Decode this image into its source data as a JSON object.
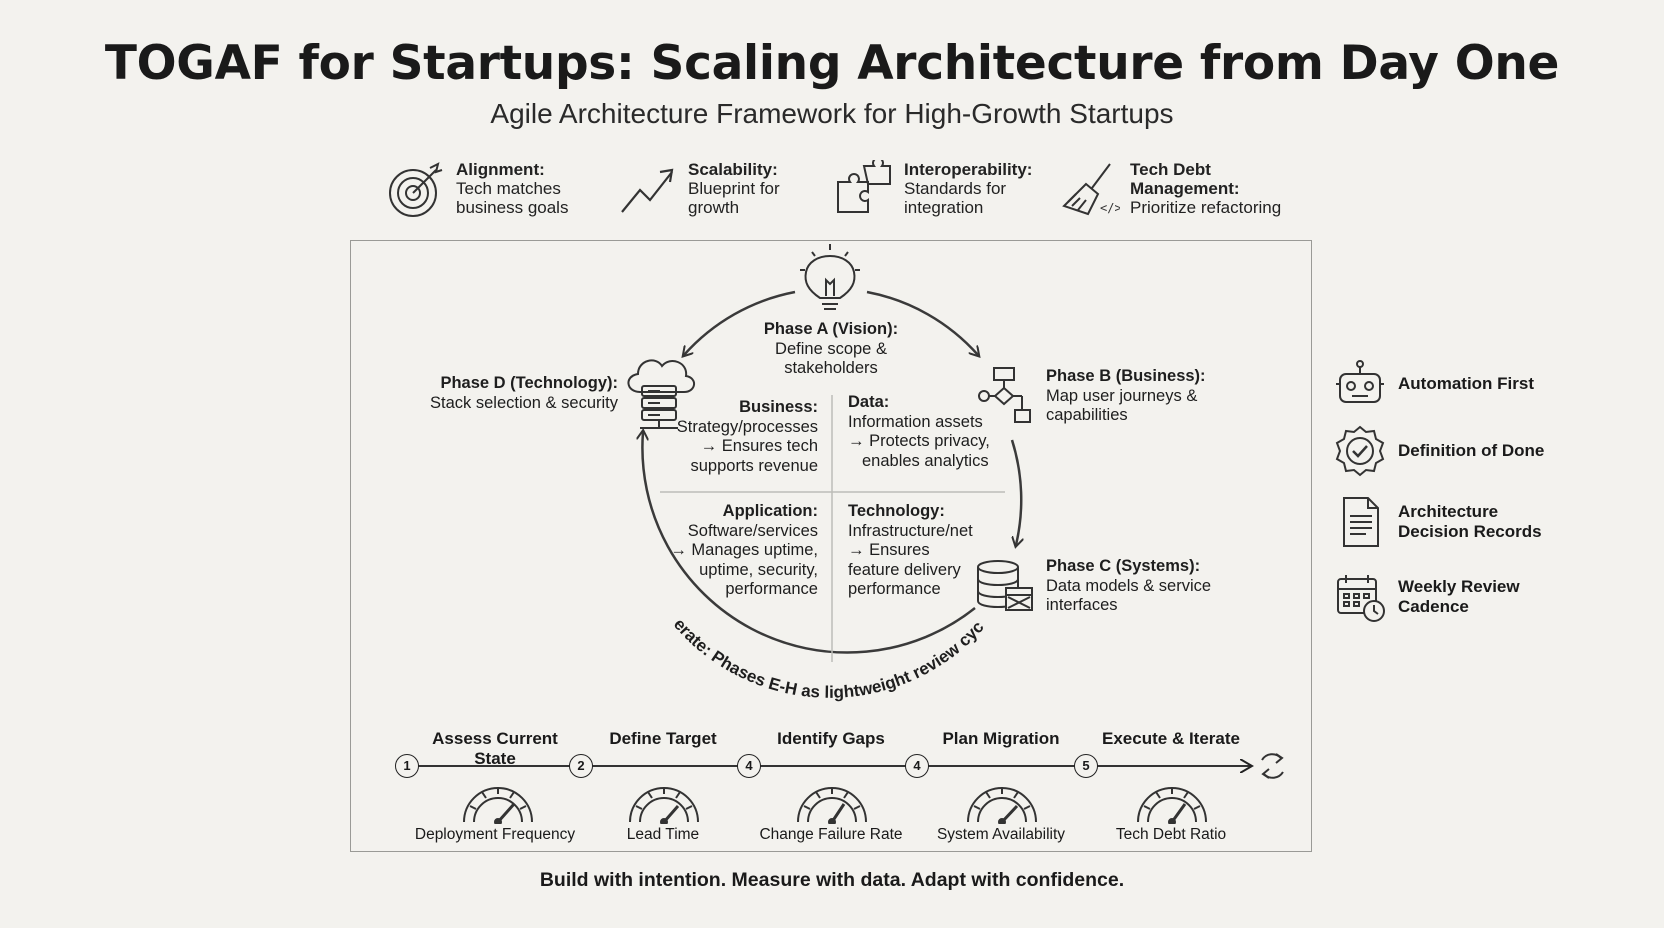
{
  "title": "TOGAF for Startups: Scaling Architecture from Day One",
  "subtitle": "Agile Architecture Framework for High-Growth Startups",
  "benefits": [
    {
      "label": "Alignment:",
      "desc": "Tech matches business goals",
      "icon": "target-icon"
    },
    {
      "label": "Scalability:",
      "desc": "Blueprint for growth",
      "icon": "trend-arrow-icon"
    },
    {
      "label": "Interoperability:",
      "desc": "Standards for integration",
      "icon": "puzzle-icon"
    },
    {
      "label": "Tech Debt Management:",
      "desc": "Prioritize refactoring",
      "icon": "broom-icon"
    }
  ],
  "cycle": {
    "phase_a": {
      "title": "Phase A (Vision):",
      "desc": "Define scope & stakeholders"
    },
    "phase_b": {
      "title": "Phase B (Business):",
      "desc": "Map user journeys & capabilities"
    },
    "phase_c": {
      "title": "Phase C (Systems):",
      "desc": "Data models & service interfaces"
    },
    "phase_d": {
      "title": "Phase D (Technology):",
      "desc": "Stack selection & security"
    },
    "iterate": "Iterate: Phases E-H as lightweight review cycle",
    "quadrants": {
      "business": {
        "title": "Business:",
        "lines": [
          "Strategy/processes",
          "→ Ensures tech",
          "supports revenue"
        ]
      },
      "data": {
        "title": "Data:",
        "lines": [
          "Information assets",
          "→ Protects privacy,",
          "enables analytics"
        ]
      },
      "application": {
        "title": "Application:",
        "lines": [
          "Software/services",
          "→ Manages uptime,",
          "uptime, security,",
          "performance"
        ]
      },
      "technology": {
        "title": "Technology:",
        "lines": [
          "Infrastructure/net",
          "→ Ensures",
          "feature delivery",
          "performance"
        ]
      }
    }
  },
  "roadmap": {
    "steps": [
      {
        "num": "1",
        "label": "Assess Current State",
        "metric": "Deployment Frequency"
      },
      {
        "num": "2",
        "label": "Define Target",
        "metric": "Lead Time"
      },
      {
        "num": "4",
        "label": "Identify Gaps",
        "metric": "Change Failure Rate"
      },
      {
        "num": "4",
        "label": "Plan Migration",
        "metric": "System Availability"
      },
      {
        "num": "5",
        "label": "Execute & Iterate",
        "metric": "Tech Debt Ratio"
      }
    ]
  },
  "practices": [
    {
      "label": "Automation First",
      "icon": "robot-icon"
    },
    {
      "label": "Definition of Done",
      "icon": "check-badge-icon"
    },
    {
      "label": "Architecture Decision Records",
      "icon": "document-icon"
    },
    {
      "label": "Weekly Review Cadence",
      "icon": "calendar-clock-icon"
    }
  ],
  "tagline": "Build with intention. Measure with data. Adapt with confidence."
}
